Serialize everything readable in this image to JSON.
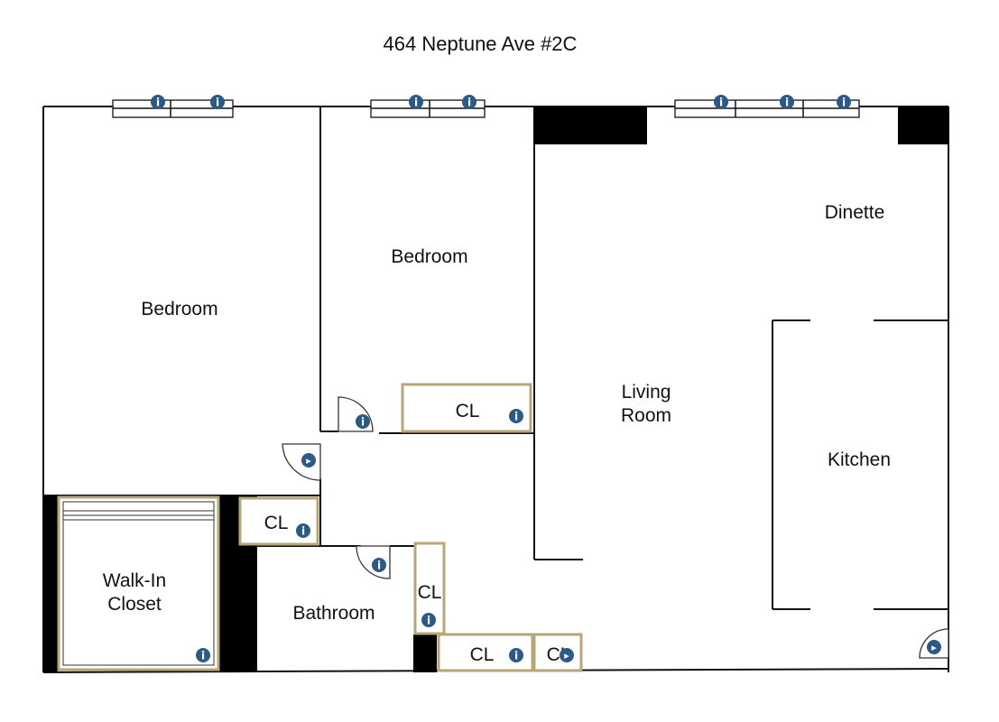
{
  "title": "464 Neptune Ave #2C",
  "rooms": {
    "bedroom_left": "Bedroom",
    "bedroom_middle": "Bedroom",
    "dinette": "Dinette",
    "living_line1": "Living",
    "living_line2": "Room",
    "kitchen": "Kitchen",
    "walkin_line1": "Walk-In",
    "walkin_line2": "Closet",
    "bathroom": "Bathroom",
    "closet_hall_top": "CL",
    "closet_left": "CL",
    "closet_vertical": "CL",
    "closet_bottom1": "CL",
    "closet_bottom2": "CL"
  },
  "icons": {
    "info_glyph": "i",
    "camera_glyph": "▸"
  },
  "colors": {
    "marker": "#2c5a86",
    "closet_trim": "#b8a57a",
    "wall": "#111111"
  }
}
